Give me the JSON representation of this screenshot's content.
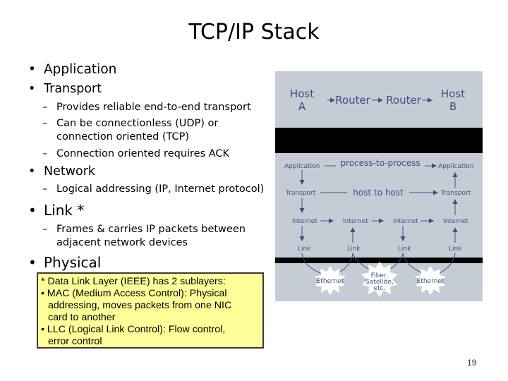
{
  "slide": {
    "title": "TCP/IP Stack",
    "page_number": "19"
  },
  "bullets": {
    "application": "Application",
    "transport": "Transport",
    "transport_sub": [
      "Provides reliable end-to-end transport",
      "Can be connectionless (UDP) or connection oriented (TCP)",
      "Connection oriented requires ACK"
    ],
    "network": "Network",
    "network_sub": [
      "Logical addressing (IP, Internet protocol)"
    ],
    "link": "Link *",
    "link_sub": [
      "Frames & carries IP packets between adjacent network devices"
    ],
    "physical": "Physical"
  },
  "note": {
    "lines": [
      "* Data Link Layer (IEEE) has 2 sublayers:",
      "• MAC (Medium Access Control): Physical",
      "addressing, moves packets from one NIC",
      "card to another",
      "• LLC (Logical Link Control): Flow control,",
      "error control"
    ]
  },
  "diagram": {
    "host_a_line1": "Host",
    "host_a_line2": "A",
    "router1": "Router",
    "router2": "Router",
    "host_b_line1": "Host",
    "host_b_line2": "B",
    "app_left": "Application",
    "app_right": "Application",
    "process_to_process": "process-to-process",
    "transport_left": "Transport",
    "transport_right": "Transport",
    "host_to_host": "host to host",
    "internet": [
      "Internet",
      "Internet",
      "Internet",
      "Internet"
    ],
    "link": [
      "Link",
      "Link",
      "Link",
      "Link"
    ],
    "ethernet_left": "Ethernet",
    "fiber_line1": "Fiber,",
    "fiber_line2": "Satellite,",
    "fiber_line3": "etc.",
    "ethernet_right": "Ethernet",
    "colors": {
      "background": "#c6ccd6",
      "text": "#3d4f82",
      "band": "#000000"
    }
  }
}
